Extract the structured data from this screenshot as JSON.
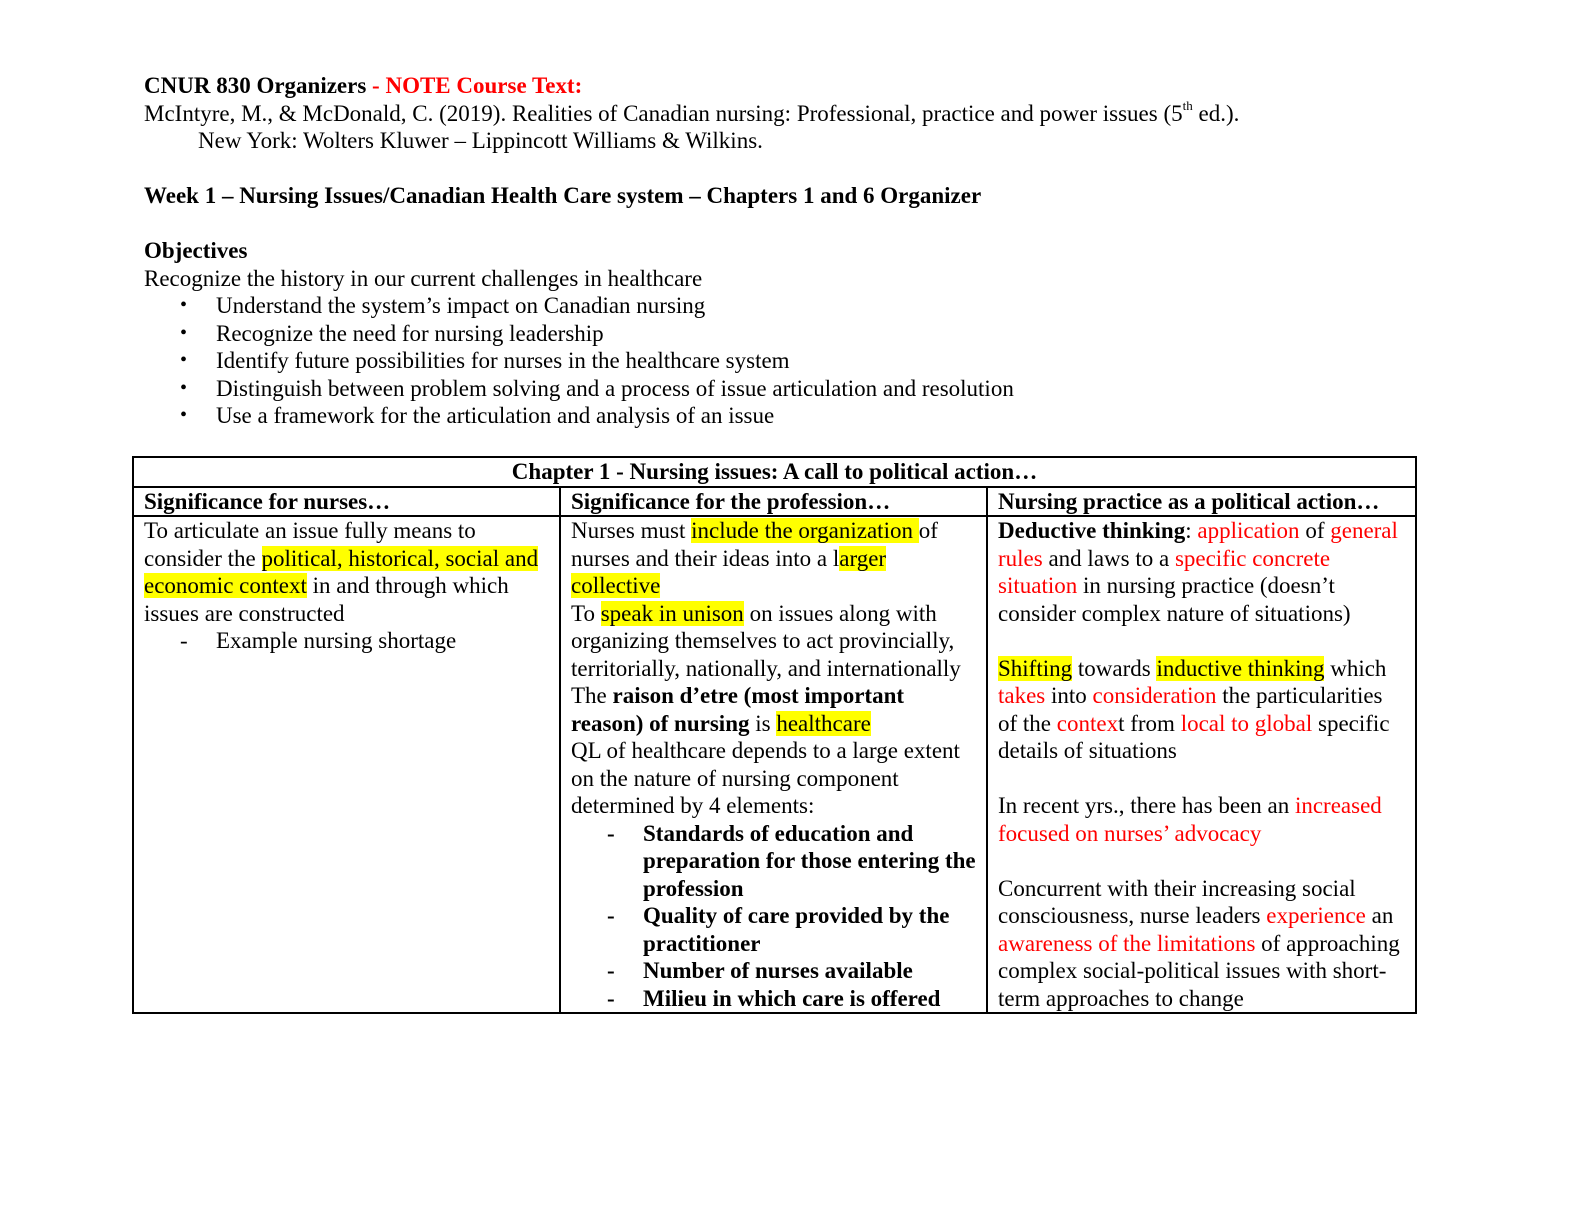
{
  "header": {
    "title_black": "CNUR 830 Organizers",
    "title_red": " - NOTE Course Text:",
    "citation_a": "McIntyre, M., & McDonald, C. (2019). Realities of Canadian nursing: Professional, practice and power issues (5",
    "citation_sup": "th",
    "citation_b": " ed.).",
    "citation_line2": "New York: Wolters Kluwer – Lippincott Williams & Wilkins.",
    "week_heading": "Week 1 – Nursing Issues/Canadian Health Care system – Chapters 1 and 6 Organizer"
  },
  "objectives": {
    "heading": "Objectives",
    "intro": "Recognize the history in our current challenges in healthcare",
    "bullet": "•",
    "items": [
      "Understand the system’s impact on Canadian nursing",
      "Recognize the need for nursing leadership",
      "Identify future possibilities for nurses in the healthcare system",
      "Distinguish between problem solving and a process of issue articulation and resolution",
      "Use a framework for the articulation and analysis of an issue"
    ]
  },
  "table": {
    "title": "Chapter 1 - Nursing issues: A call to political action…",
    "columns": [
      "Significance for nurses…",
      "Significance for the profession…",
      "Nursing practice as a political action…"
    ],
    "col1": {
      "p1a": "To articulate an issue fully means to consider the ",
      "p1_hl": "political, historical, social and economic context",
      "p1b": " in and through which issues are constructed",
      "dash": "-",
      "example": "Example nursing shortage"
    },
    "col2": {
      "p1a": "Nurses must ",
      "p1_hl1": "include the organization ",
      "p1b": "of nurses and their ideas into a l",
      "p1_hl2": "arger collective",
      "p2a": "To ",
      "p2_hl": "speak in unison",
      "p2b": " on issues along with organizing themselves to act provincially, territorially, nationally, and internationally",
      "p3a": "The ",
      "p3_bold": "raison d’etre (most important reason) of nursing",
      "p3b": " is ",
      "p3_hl": "healthcare",
      "p4": "QL of healthcare depends to a large extent on the nature of nursing component determined by 4 elements:",
      "dash": "-",
      "elements": [
        "Standards of education and preparation for those entering the profession",
        "Quality of care provided by the practitioner",
        "Number of nurses available",
        "Milieu in which care is offered"
      ]
    },
    "col3": {
      "p1_bold": "Deductive thinking",
      "p1a": ": ",
      "p1_red1": "application",
      "p1b": " of ",
      "p1_red2": "general rules",
      "p1c": " and laws to a ",
      "p1_red3": "specific concrete situation",
      "p1d": " in nursing practice (doesn’t consider complex nature of situations)",
      "p2_hl1": "Shifting",
      "p2a": " towards ",
      "p2_hl2": "inductive thinking",
      "p2b": " which ",
      "p2_red1": "takes",
      "p2c": " into ",
      "p2_red2": "consideration",
      "p2d": " the particularities of the ",
      "p2_red3": "contex",
      "p2e": "t from ",
      "p2_red4": "local to global",
      "p2f": " specific details of situations",
      "p3a": "In recent yrs., there has been an ",
      "p3_red": "increased focused on nurses’ advocacy",
      "p4a": "Concurrent with their increasing social consciousness, nurse leaders ",
      "p4_red1": "experience",
      "p4b": " an ",
      "p4_red2": "awareness of the limitations",
      "p4c": " of approaching complex social-political issues with short-term approaches to change"
    }
  }
}
